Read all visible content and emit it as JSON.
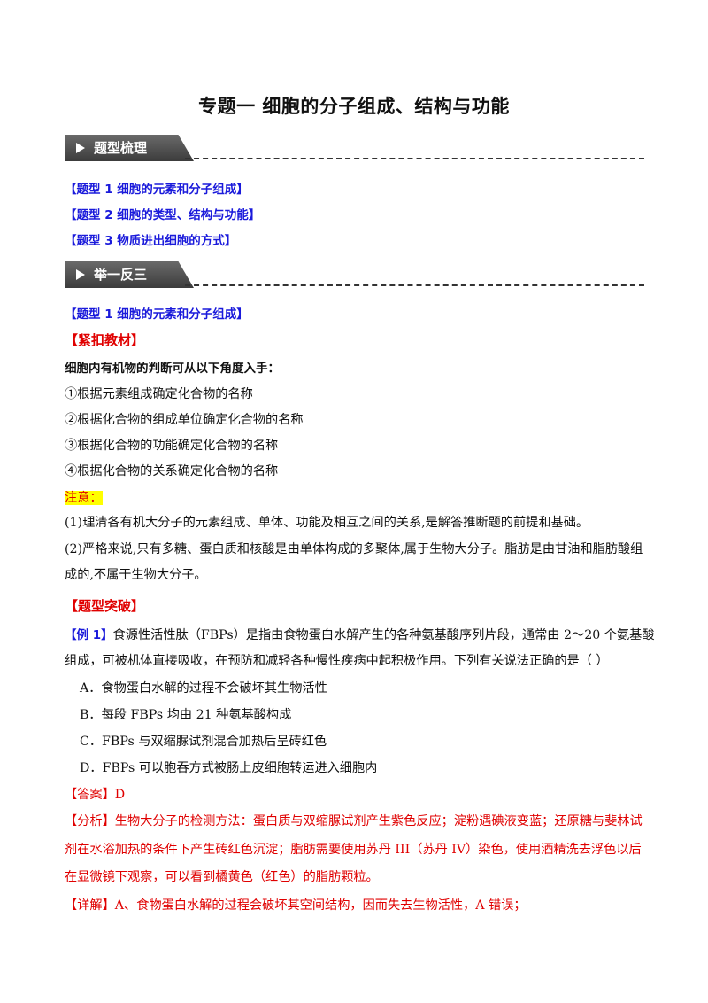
{
  "title": "专题一  细胞的分子组成、结构与功能",
  "sections": {
    "s1_label": "题型梳理",
    "s2_label": "举一反三"
  },
  "toc": [
    "【题型 1    细胞的元素和分子组成】",
    "【题型 2    细胞的类型、结构与功能】",
    "【题型 3    物质进出细胞的方式】"
  ],
  "part1": {
    "heading": "【题型 1    细胞的元素和分子组成】",
    "tight_label": "【紧扣教材】",
    "intro": "细胞内有机物的判断可从以下角度入手：",
    "points": [
      "①根据元素组成确定化合物的名称",
      "②根据化合物的组成单位确定化合物的名称",
      "③根据化合物的功能确定化合物的名称",
      "④根据化合物的关系确定化合物的名称"
    ],
    "note_label": "注意：",
    "notes": [
      "(1)理清各有机大分子的元素组成、单体、功能及相互之间的关系,是解答推断题的前提和基础。",
      "(2)严格来说,只有多糖、蛋白质和核酸是由单体构成的多聚体,属于生物大分子。脂肪是由甘油和脂肪酸组",
      "成的,不属于生物大分子。"
    ],
    "breakthrough_label": "【题型突破】",
    "example_label": "【例 1】",
    "example_lines": [
      "食源性活性肽（FBPs）是指由食物蛋白水解产生的各种氨基酸序列片段，通常由 2～20 个氨基酸",
      "组成，可被机体直接吸收，在预防和减轻各种慢性疾病中起积极作用。下列有关说法正确的是（    ）"
    ],
    "options": [
      "A．食物蛋白水解的过程不会破坏其生物活性",
      "B．每段 FBPs 均由 21 种氨基酸构成",
      "C．FBPs 与双缩脲试剂混合加热后呈砖红色",
      "D．FBPs 可以胞吞方式被肠上皮细胞转运进入细胞内"
    ],
    "answer_label": "【答案】",
    "answer": "D",
    "analysis_label": "【分析】",
    "analysis_lines": [
      "生物大分子的检测方法：蛋白质与双缩脲试剂产生紫色反应；淀粉遇碘液变蓝；还原糖与斐林试",
      "剂在水浴加热的条件下产生砖红色沉淀；脂肪需要使用苏丹 III（苏丹 IV）染色，使用酒精洗去浮色以后",
      "在显微镜下观察，可以看到橘黄色（红色）的脂肪颗粒。"
    ],
    "detail_label": "【详解】",
    "detail": "A、食物蛋白水解的过程会破坏其空间结构，因而失去生物活性，A 错误；"
  }
}
